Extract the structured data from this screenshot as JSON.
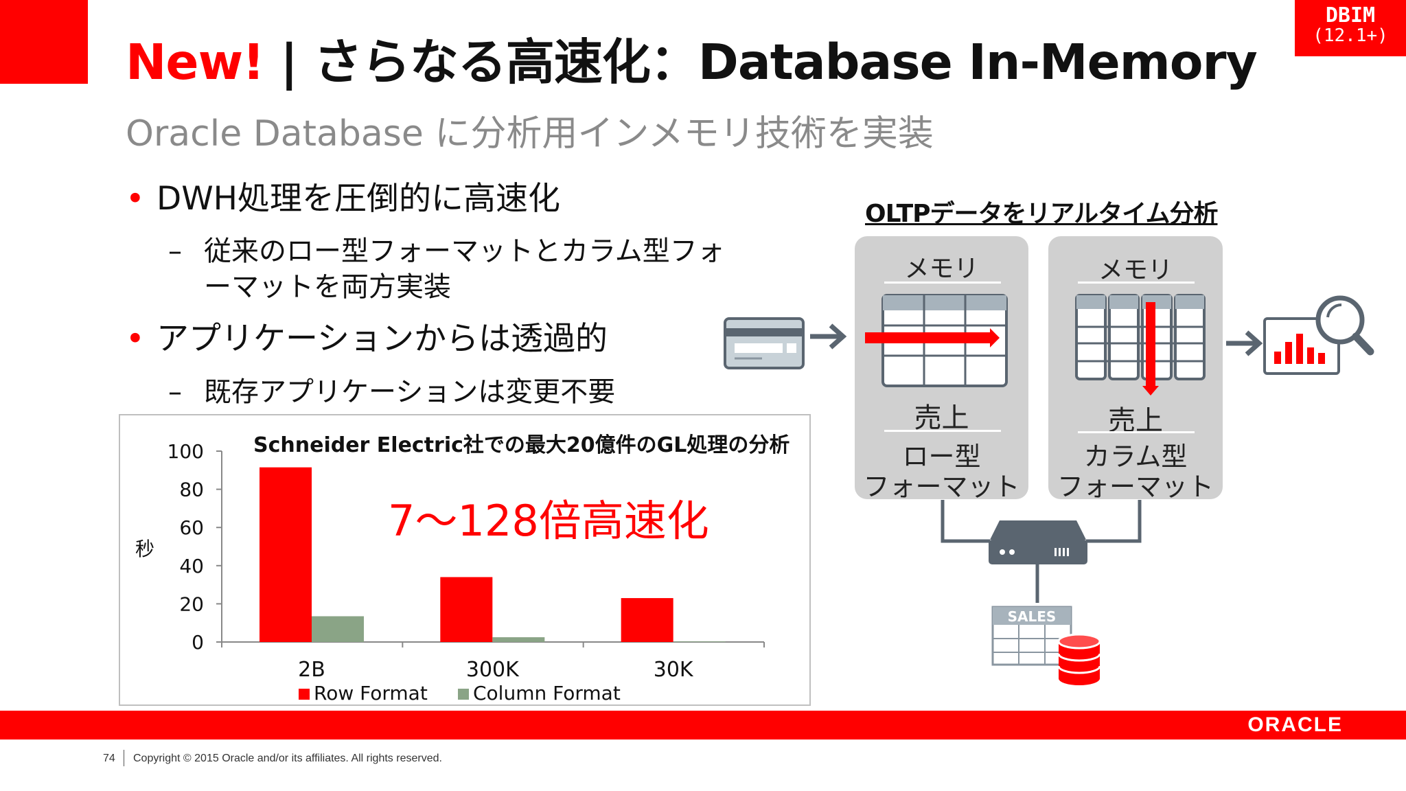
{
  "slide": {
    "title_new": "New!",
    "title_rest": " | さらなる高速化：Database In-Memory",
    "subtitle": "Oracle Database に分析用インメモリ技術を実装",
    "badge_line1": "DBIM",
    "badge_line2": "(12.1+)"
  },
  "bullets": [
    {
      "text": "DWH処理を圧倒的に高速化",
      "sub": "従来のロー型フォーマットとカラム型フォーマットを両方実装"
    },
    {
      "text": "アプリケーションからは透過的",
      "sub": "既存アプリケーションは変更不要"
    }
  ],
  "chart_data": {
    "type": "bar",
    "title": "Schneider Electric社での最大20億件のGL処理の分析",
    "annotation": "7〜128倍高速化",
    "ylabel": "秒",
    "ylim": [
      0,
      100
    ],
    "yticks": [
      0,
      20,
      40,
      60,
      80,
      100
    ],
    "categories": [
      "2B",
      "300K",
      "30K"
    ],
    "series": [
      {
        "name": "Row Format",
        "values": [
          91.5,
          34,
          23
        ],
        "color": "#ff0000"
      },
      {
        "name": "Column Format",
        "values": [
          13.5,
          2.5,
          0.3
        ],
        "color": "#8aa486"
      }
    ]
  },
  "diagram": {
    "heading": "OLTPデータをリアルタイム分析",
    "left_panel": {
      "memory": "メモリ",
      "table": "売上",
      "format_line1": "ロー型",
      "format_line2": "フォーマット"
    },
    "right_panel": {
      "memory": "メモリ",
      "table": "売上",
      "format_line1": "カラム型",
      "format_line2": "フォーマット"
    },
    "sales_label": "SALES"
  },
  "footer": {
    "page": "74",
    "copyright": "Copyright © 2015 Oracle and/or its affiliates. All rights reserved.",
    "logo": "ORACLE"
  },
  "colors": {
    "accent": "#ff0000",
    "panel": "#d0d0d0",
    "icon": "#5a6570"
  }
}
